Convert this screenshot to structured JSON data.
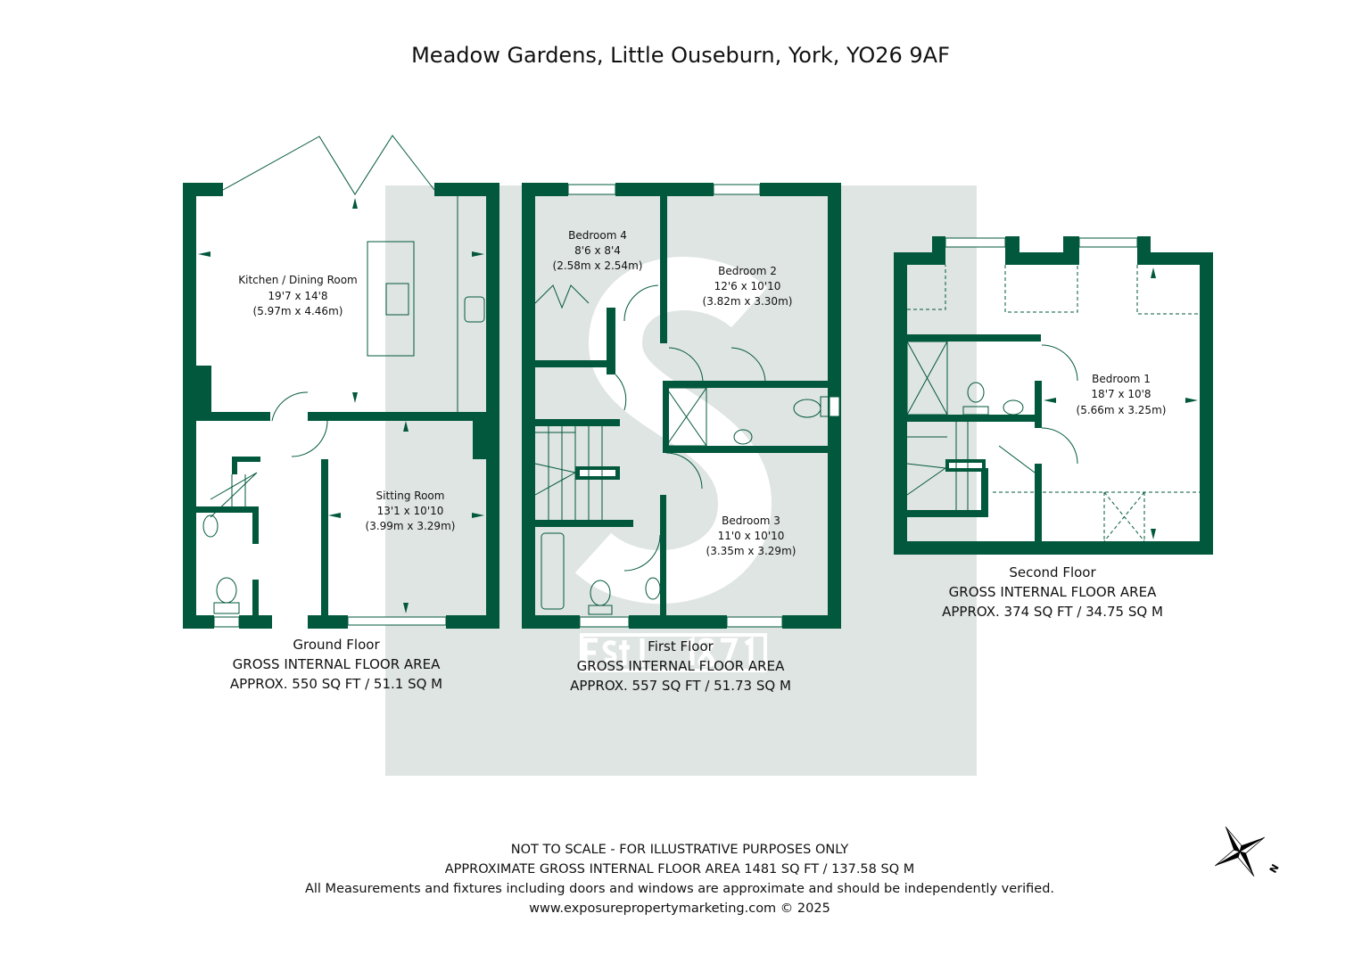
{
  "title": "Meadow Gardens, Little Ouseburn, York, YO26 9AF",
  "colors": {
    "wall": "#02583c",
    "watermark": "#dfe5e2"
  },
  "watermark": {
    "letter": "S",
    "text": "Est 1871"
  },
  "floors": [
    {
      "name": "Ground Floor",
      "area_label": "GROSS INTERNAL FLOOR AREA",
      "area": "APPROX. 550 SQ FT / 51.1 SQ M",
      "rooms": [
        {
          "name": "Kitchen / Dining Room",
          "imperial": "19'7 x 14'8",
          "metric": "(5.97m x 4.46m)"
        },
        {
          "name": "Sitting Room",
          "imperial": "13'1 x 10'10",
          "metric": "(3.99m x 3.29m)"
        }
      ]
    },
    {
      "name": "First Floor",
      "area_label": "GROSS INTERNAL FLOOR AREA",
      "area": "APPROX. 557 SQ FT / 51.73 SQ M",
      "rooms": [
        {
          "name": "Bedroom 4",
          "imperial": "8'6 x 8'4",
          "metric": "(2.58m x 2.54m)"
        },
        {
          "name": "Bedroom 2",
          "imperial": "12'6 x 10'10",
          "metric": "(3.82m x 3.30m)"
        },
        {
          "name": "Bedroom 3",
          "imperial": "11'0 x 10'10",
          "metric": "(3.35m x 3.29m)"
        }
      ]
    },
    {
      "name": "Second Floor",
      "area_label": "GROSS INTERNAL FLOOR AREA",
      "area": "APPROX. 374 SQ FT / 34.75 SQ M",
      "rooms": [
        {
          "name": "Bedroom 1",
          "imperial": "18'7 x 10'8",
          "metric": "(5.66m x 3.25m)"
        }
      ]
    }
  ],
  "footer": {
    "line1": "NOT TO SCALE - FOR ILLUSTRATIVE PURPOSES ONLY",
    "line2": "APPROXIMATE GROSS INTERNAL FLOOR AREA 1481 SQ FT / 137.58 SQ M",
    "line3": "All Measurements and fixtures including doors and windows are approximate and should be independently verified.",
    "line4": "www.exposurepropertymarketing.com © 2025"
  },
  "compass": {
    "icon": "compass-star-icon",
    "label": "N"
  }
}
